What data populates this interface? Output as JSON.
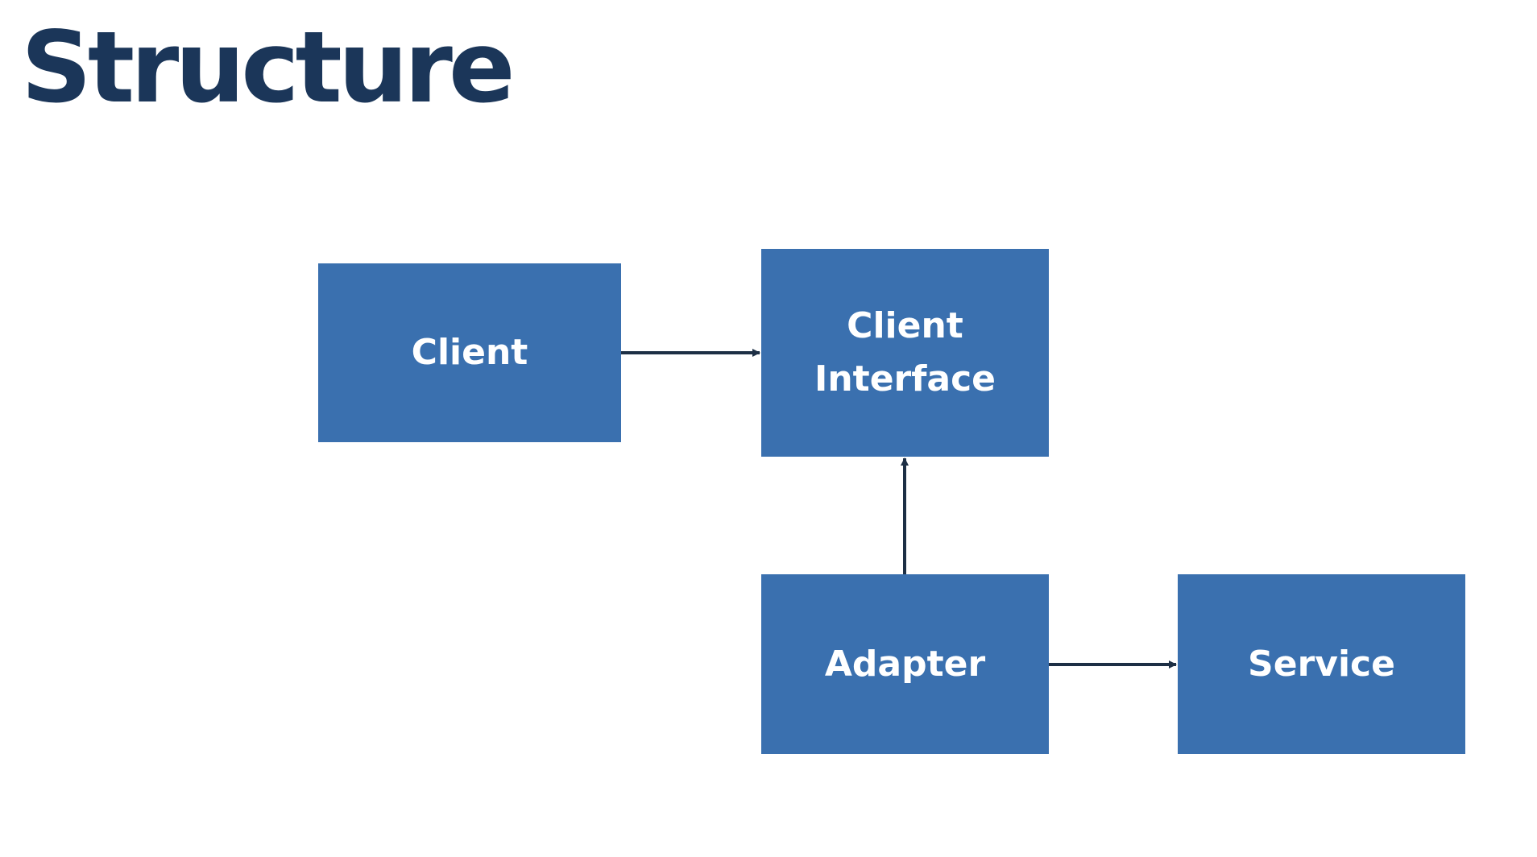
{
  "title": "Structure",
  "colors": {
    "title": "#1b3659",
    "box_fill": "#3a70af",
    "box_text": "#ffffff",
    "arrow": "#1d2f45"
  },
  "nodes": [
    {
      "id": "client",
      "label": "Client"
    },
    {
      "id": "client_interface",
      "label": "Client\nInterface"
    },
    {
      "id": "adapter",
      "label": "Adapter"
    },
    {
      "id": "service",
      "label": "Service"
    }
  ],
  "edges": [
    {
      "from": "client",
      "to": "client_interface"
    },
    {
      "from": "adapter",
      "to": "client_interface"
    },
    {
      "from": "adapter",
      "to": "service"
    }
  ]
}
